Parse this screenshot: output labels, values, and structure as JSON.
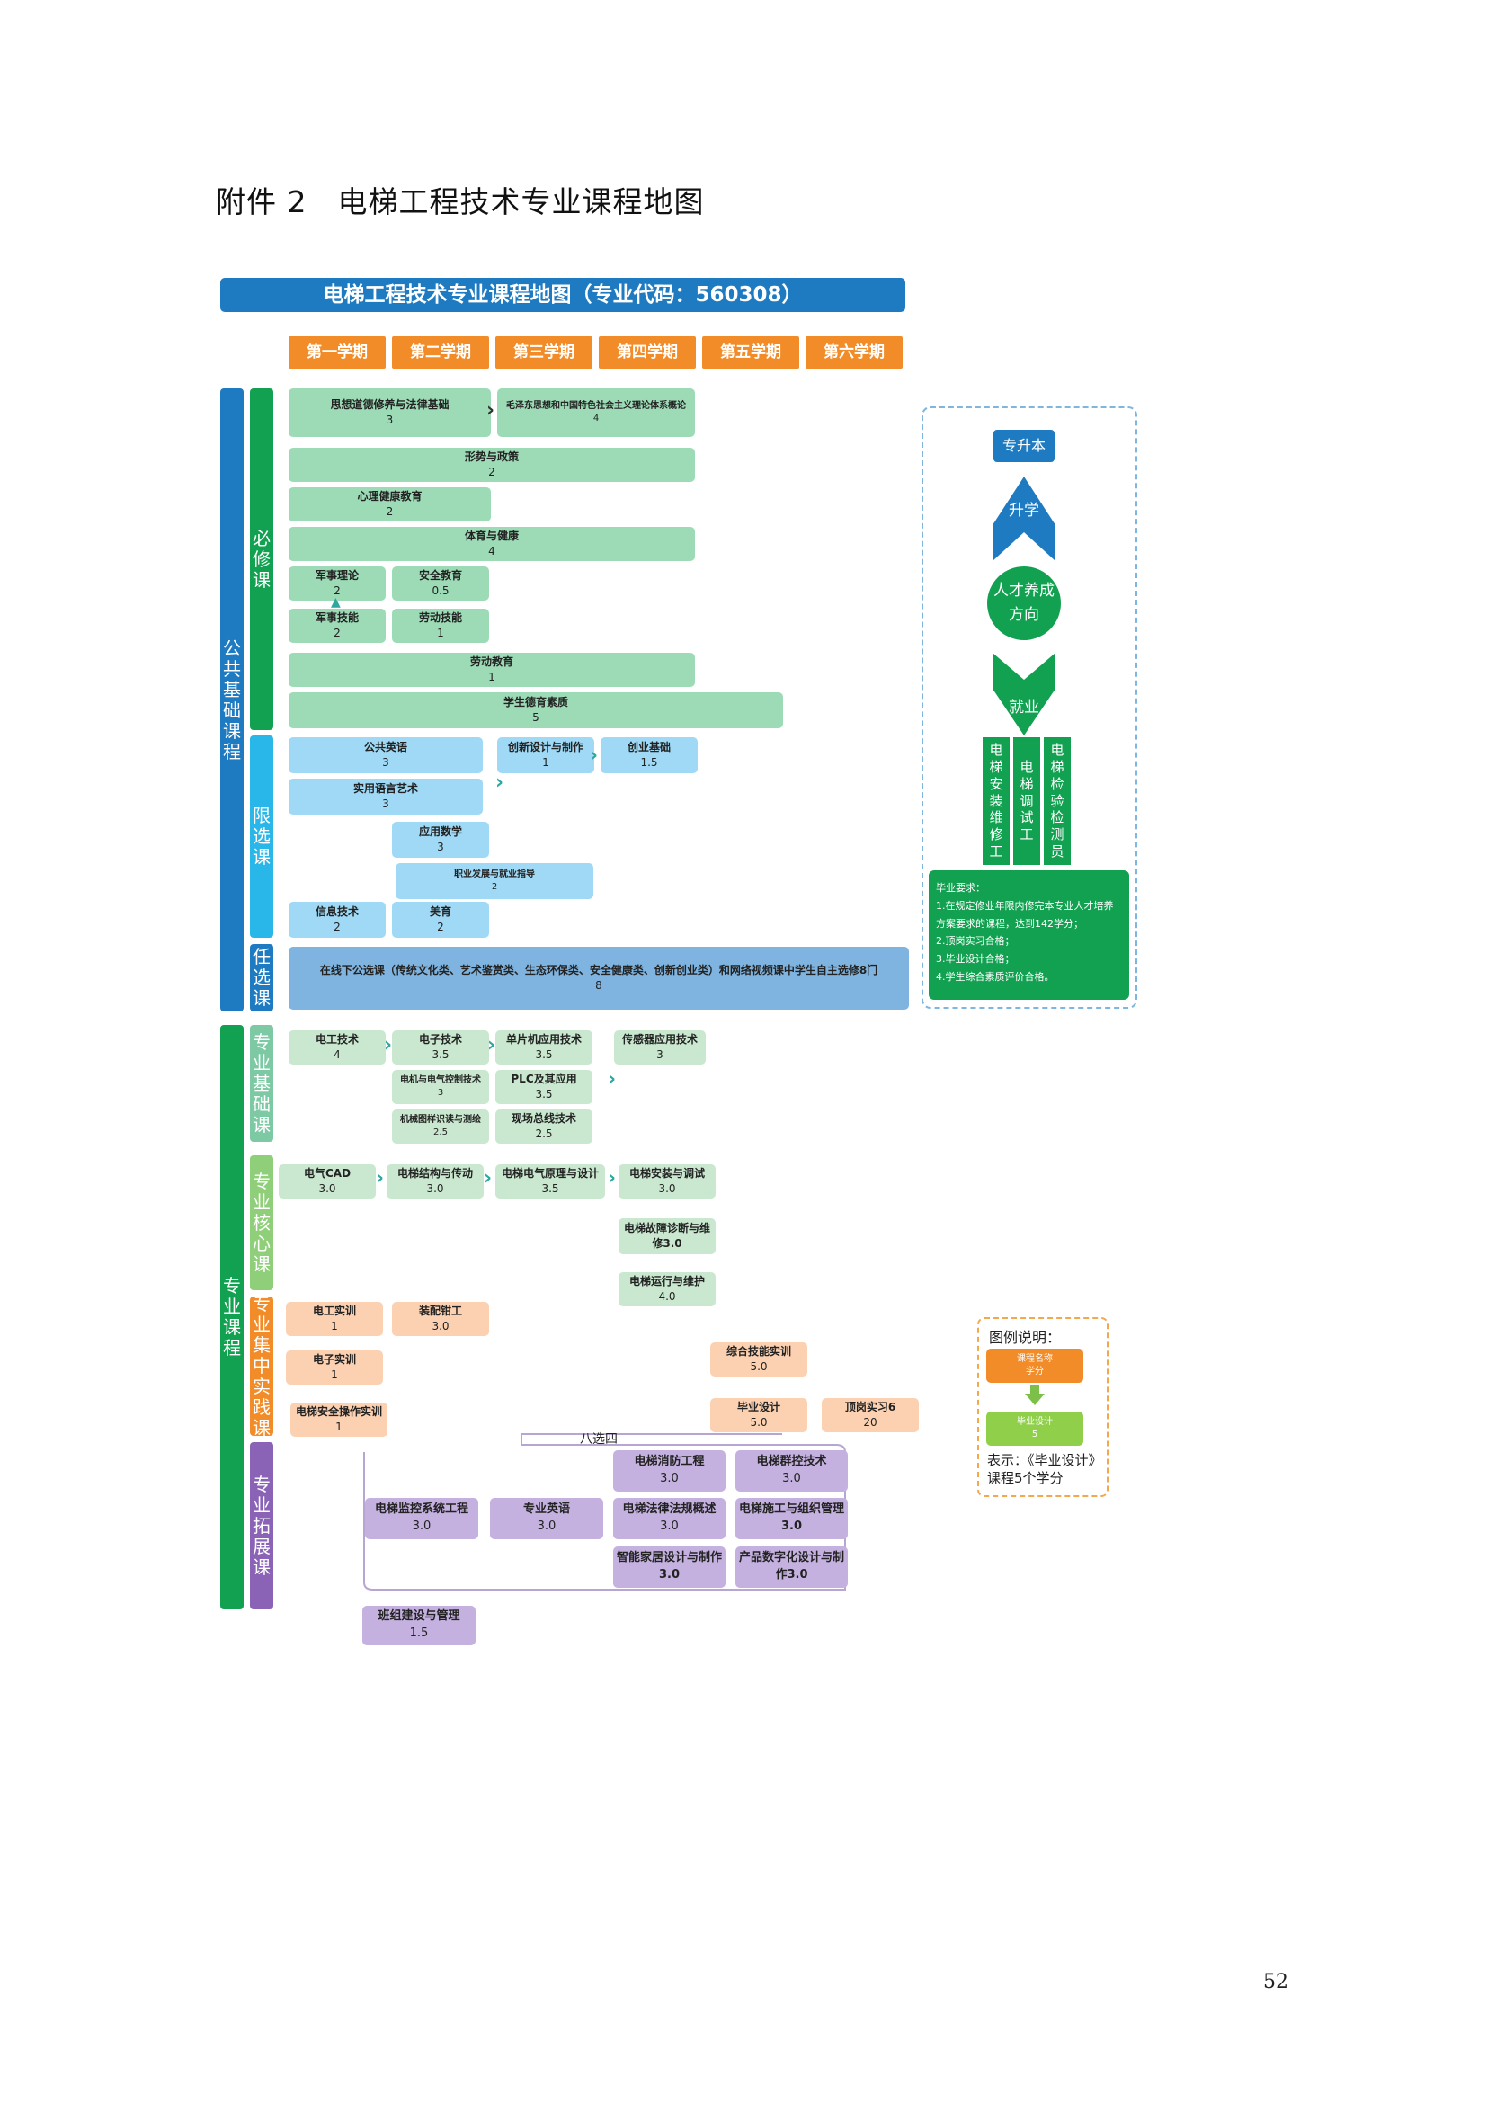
{
  "doc_heading": "附件 2　电梯工程技术专业课程地图",
  "banner": "电梯工程技术专业课程地图（专业代码：560308）",
  "semesters": [
    "第一学期",
    "第二学期",
    "第三学期",
    "第四学期",
    "第五学期",
    "第六学期"
  ],
  "groups": {
    "public": "公共基础课程",
    "required": "必修课",
    "limited": "限选课",
    "elective": "任选课",
    "major": "专业课程",
    "major_basic": "专业基础课",
    "major_core": "专业核心课",
    "practice": "专业集中实践课",
    "expand": "专业拓展课"
  },
  "courses": {
    "c1": {
      "n": "思想道德修养与法律基础",
      "v": "3"
    },
    "c2": {
      "n": "毛泽东思想和中国特色社会主义理论体系概论",
      "v": "4"
    },
    "c3": {
      "n": "形势与政策",
      "v": "2"
    },
    "c4": {
      "n": "心理健康教育",
      "v": "2"
    },
    "c5": {
      "n": "体育与健康",
      "v": "4"
    },
    "c6": {
      "n": "军事理论",
      "v": "2"
    },
    "c7": {
      "n": "安全教育",
      "v": "0.5"
    },
    "c8": {
      "n": "军事技能",
      "v": "2"
    },
    "c9": {
      "n": "劳动技能",
      "v": "1"
    },
    "c10": {
      "n": "劳动教育",
      "v": "1"
    },
    "c11": {
      "n": "学生德育素质",
      "v": "5"
    },
    "l1": {
      "n": "公共英语",
      "v": "3"
    },
    "l2": {
      "n": "创新设计与制作",
      "v": "1"
    },
    "l3": {
      "n": "创业基础",
      "v": "1.5"
    },
    "l4": {
      "n": "实用语言艺术",
      "v": "3"
    },
    "l5": {
      "n": "应用数学",
      "v": "3"
    },
    "l6": {
      "n": "职业发展与就业指导",
      "v": "2"
    },
    "l7": {
      "n": "信息技术",
      "v": "2"
    },
    "l8": {
      "n": "美育",
      "v": "2"
    },
    "e1": {
      "n": "在线下公选课（传统文化类、艺术鉴赏类、生态环保类、安全健康类、创新创业类）和网络视频课中学生自主选修8门",
      "v": "8"
    },
    "b1": {
      "n": "电工技术",
      "v": "4"
    },
    "b2": {
      "n": "电子技术",
      "v": "3.5"
    },
    "b3": {
      "n": "单片机应用技术",
      "v": "3.5"
    },
    "b4": {
      "n": "传感器应用技术",
      "v": "3"
    },
    "b5": {
      "n": "电机与电气控制技术",
      "v": "3"
    },
    "b6": {
      "n": "PLC及其应用",
      "v": "3.5"
    },
    "b7": {
      "n": "机械图样识读与测绘",
      "v": "2.5"
    },
    "b8": {
      "n": "现场总线技术",
      "v": "2.5"
    },
    "k1": {
      "n": "电气CAD",
      "v": "3.0"
    },
    "k2": {
      "n": "电梯结构与传动",
      "v": "3.0"
    },
    "k3": {
      "n": "电梯电气原理与设计",
      "v": "3.5"
    },
    "k4": {
      "n": "电梯安装与调试",
      "v": "3.0"
    },
    "k5": {
      "n": "电梯故障诊断与维修3.0",
      "v": ""
    },
    "k6": {
      "n": "电梯运行与维护",
      "v": "4.0"
    },
    "p1": {
      "n": "电工实训",
      "v": "1"
    },
    "p2": {
      "n": "装配钳工",
      "v": "3.0"
    },
    "p3": {
      "n": "电子实训",
      "v": "1"
    },
    "p4": {
      "n": "综合技能实训",
      "v": "5.0"
    },
    "p5": {
      "n": "电梯安全操作实训",
      "v": "1"
    },
    "p6": {
      "n": "毕业设计",
      "v": "5.0"
    },
    "p7": {
      "n": "顶岗实习6",
      "v": "20"
    },
    "x1": {
      "n": "电梯消防工程",
      "v": "3.0"
    },
    "x2": {
      "n": "电梯群控技术",
      "v": "3.0"
    },
    "x3": {
      "n": "电梯监控系统工程",
      "v": "3.0"
    },
    "x4": {
      "n": "专业英语",
      "v": "3.0"
    },
    "x5": {
      "n": "电梯法律法规概述",
      "v": "3.0"
    },
    "x6": {
      "n": "电梯施工与组织管理3.0",
      "v": ""
    },
    "x7": {
      "n": "智能家居设计与制作3.0",
      "v": ""
    },
    "x8": {
      "n": "产品数字化设计与制作3.0",
      "v": ""
    },
    "x9": {
      "n": "班组建设与管理",
      "v": "1.5"
    }
  },
  "choose_label": "八选四",
  "side": {
    "top": "专升本",
    "up": "升学",
    "circle_1": "人才养成",
    "circle_2": "方向",
    "down": "就业",
    "jobs": [
      "电梯安装维修工",
      "电梯调试工",
      "电梯检验检测员"
    ],
    "grad_title": "毕业要求：",
    "grad_lines": [
      "1.在规定修业年限内修完本专业人才培养方案要求的课程，达到142学分；",
      "2.顶岗实习合格；",
      "3.毕业设计合格；",
      "4.学生综合素质评价合格。"
    ]
  },
  "legend": {
    "title": "图例说明：",
    "box1_name": "课程名称",
    "box1_val": "学分",
    "box2_name": "毕业设计",
    "box2_val": "5",
    "note": "表示：《毕业设计》课程5个学分"
  },
  "colors": {
    "banner_blue": "#1f7bc1",
    "semester_orange": "#f28c28",
    "required_green": "#9ddbb7",
    "limited_blue": "#9fd9f5",
    "practice_orange": "#fbd1b1",
    "expand_purple": "#c4b1df",
    "side_green": "#12a150"
  },
  "page_number": "52"
}
